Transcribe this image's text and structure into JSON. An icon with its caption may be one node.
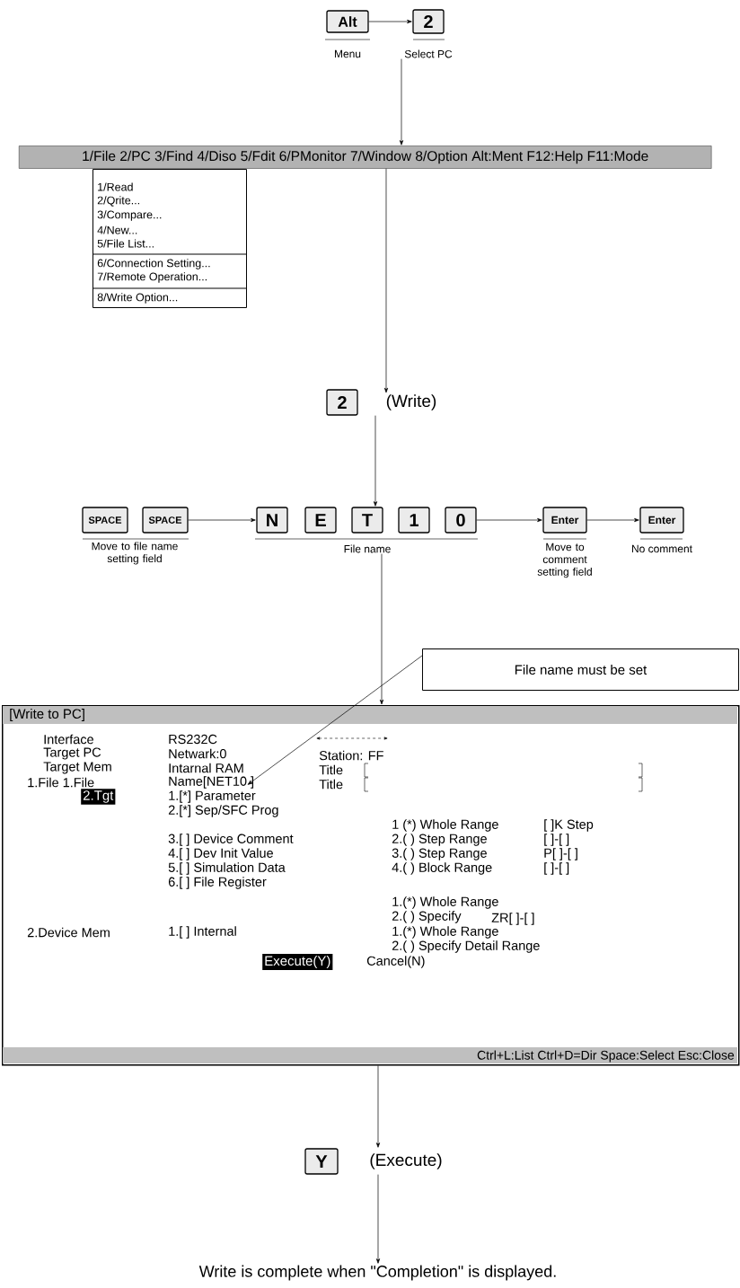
{
  "diagram": {
    "nodes": [
      {
        "text": [
          "Alt"
        ],
        "beside": [
          "Menu"
        ]
      },
      {
        "text": [
          "2"
        ],
        "beside": [
          "Select PC"
        ]
      },
      {
        "text": [
          "1/File 2/PC 3/Find 4/Diso 5/Fdit 6/PMonitor 7/Window 8/Option Alt:Ment F12:Help F11:Mode"
        ]
      },
      {
        "text": [
          "1/Read",
          "2/Qrite...",
          "3/Compare...",
          "4/New...",
          "5/File List...",
          "6/Connection Setting...",
          "7/Remote Operation...",
          "8/Write Option..."
        ]
      },
      {
        "text": [
          "2"
        ],
        "beside": [
          "(Write)"
        ]
      },
      {
        "text": [
          "SPACE"
        ],
        "beside": [
          "Move to file name setting field"
        ]
      },
      {
        "text": [
          "SPACE"
        ]
      },
      {
        "text": [
          "N"
        ]
      },
      {
        "text": [
          "E"
        ]
      },
      {
        "text": [
          "T"
        ],
        "beside": [
          "File name"
        ]
      },
      {
        "text": [
          "1"
        ]
      },
      {
        "text": [
          "0"
        ]
      },
      {
        "text": [
          "Enter"
        ],
        "beside": [
          "Move to comment setting field"
        ]
      },
      {
        "text": [
          "Enter"
        ],
        "beside": [
          "No comment"
        ]
      },
      {
        "text": [
          "File name must be set"
        ]
      },
      {
        "text": [
          "[Write to PC]",
          "Interface",
          "RS232C",
          "Target PC",
          "Netwark:0",
          "Station: FF",
          "Target Mem",
          "Intarnal RAM",
          "Title",
          "1.File 1.File",
          "Title",
          "2.Tgt",
          "1.[*] Parameter",
          "2.[*] Sep/SFC Prog",
          "1 (*) Whole Range",
          "[ ]K Step",
          "3.[ ] Device Comment",
          "2.( ) Step Range",
          "[ ]-[ ]",
          "4.[ ] Dev Init Value",
          "3.( ) Step Range",
          "P[ ]-[ ]",
          "5.[ ] Simulation Data",
          "4.( ) Block Range",
          "[ ]-[ ]",
          "6.[ ] File Register",
          "1.(*) Whole Range",
          "2.( ) Specify",
          "ZR[ ]-[ ]",
          "2.Device Mem",
          "1.[ ] Internal",
          "1.(*) Whole Range",
          "2.( ) Specify Detail Range",
          "Execute(Y)",
          "Cancel(N)",
          "Ctrl+L:List Ctrl+D=Dir Space:Select Esc:Close"
        ]
      },
      {
        "text": [
          "Name[NET10 ]"
        ],
        "in": 15
      },
      {
        "text": [
          "Y"
        ],
        "beside": [
          "(Execute)"
        ]
      },
      {
        "text": [
          "Write is complete when \"Completion\" is displayed."
        ]
      }
    ],
    "edges": [
      {
        "from": 0,
        "to": 1,
        "arrow": "to"
      },
      {
        "from": 1,
        "to": 2,
        "arrow": "to"
      },
      {
        "from": 2,
        "to": 4,
        "arrow": "to"
      },
      {
        "from": 4,
        "to": 9,
        "arrow": "to"
      },
      {
        "from": 6,
        "to": 7,
        "arrow": "to"
      },
      {
        "from": 11,
        "to": 12,
        "arrow": "to"
      },
      {
        "from": 12,
        "to": 13,
        "arrow": "to"
      },
      {
        "from": 9,
        "to": 15,
        "arrow": "to"
      },
      {
        "from": 14,
        "to": 16,
        "arrow": "to"
      },
      {
        "from": 15,
        "to": 17,
        "arrow": "to"
      },
      {
        "from": 17,
        "to": 18,
        "arrow": "to"
      }
    ]
  }
}
